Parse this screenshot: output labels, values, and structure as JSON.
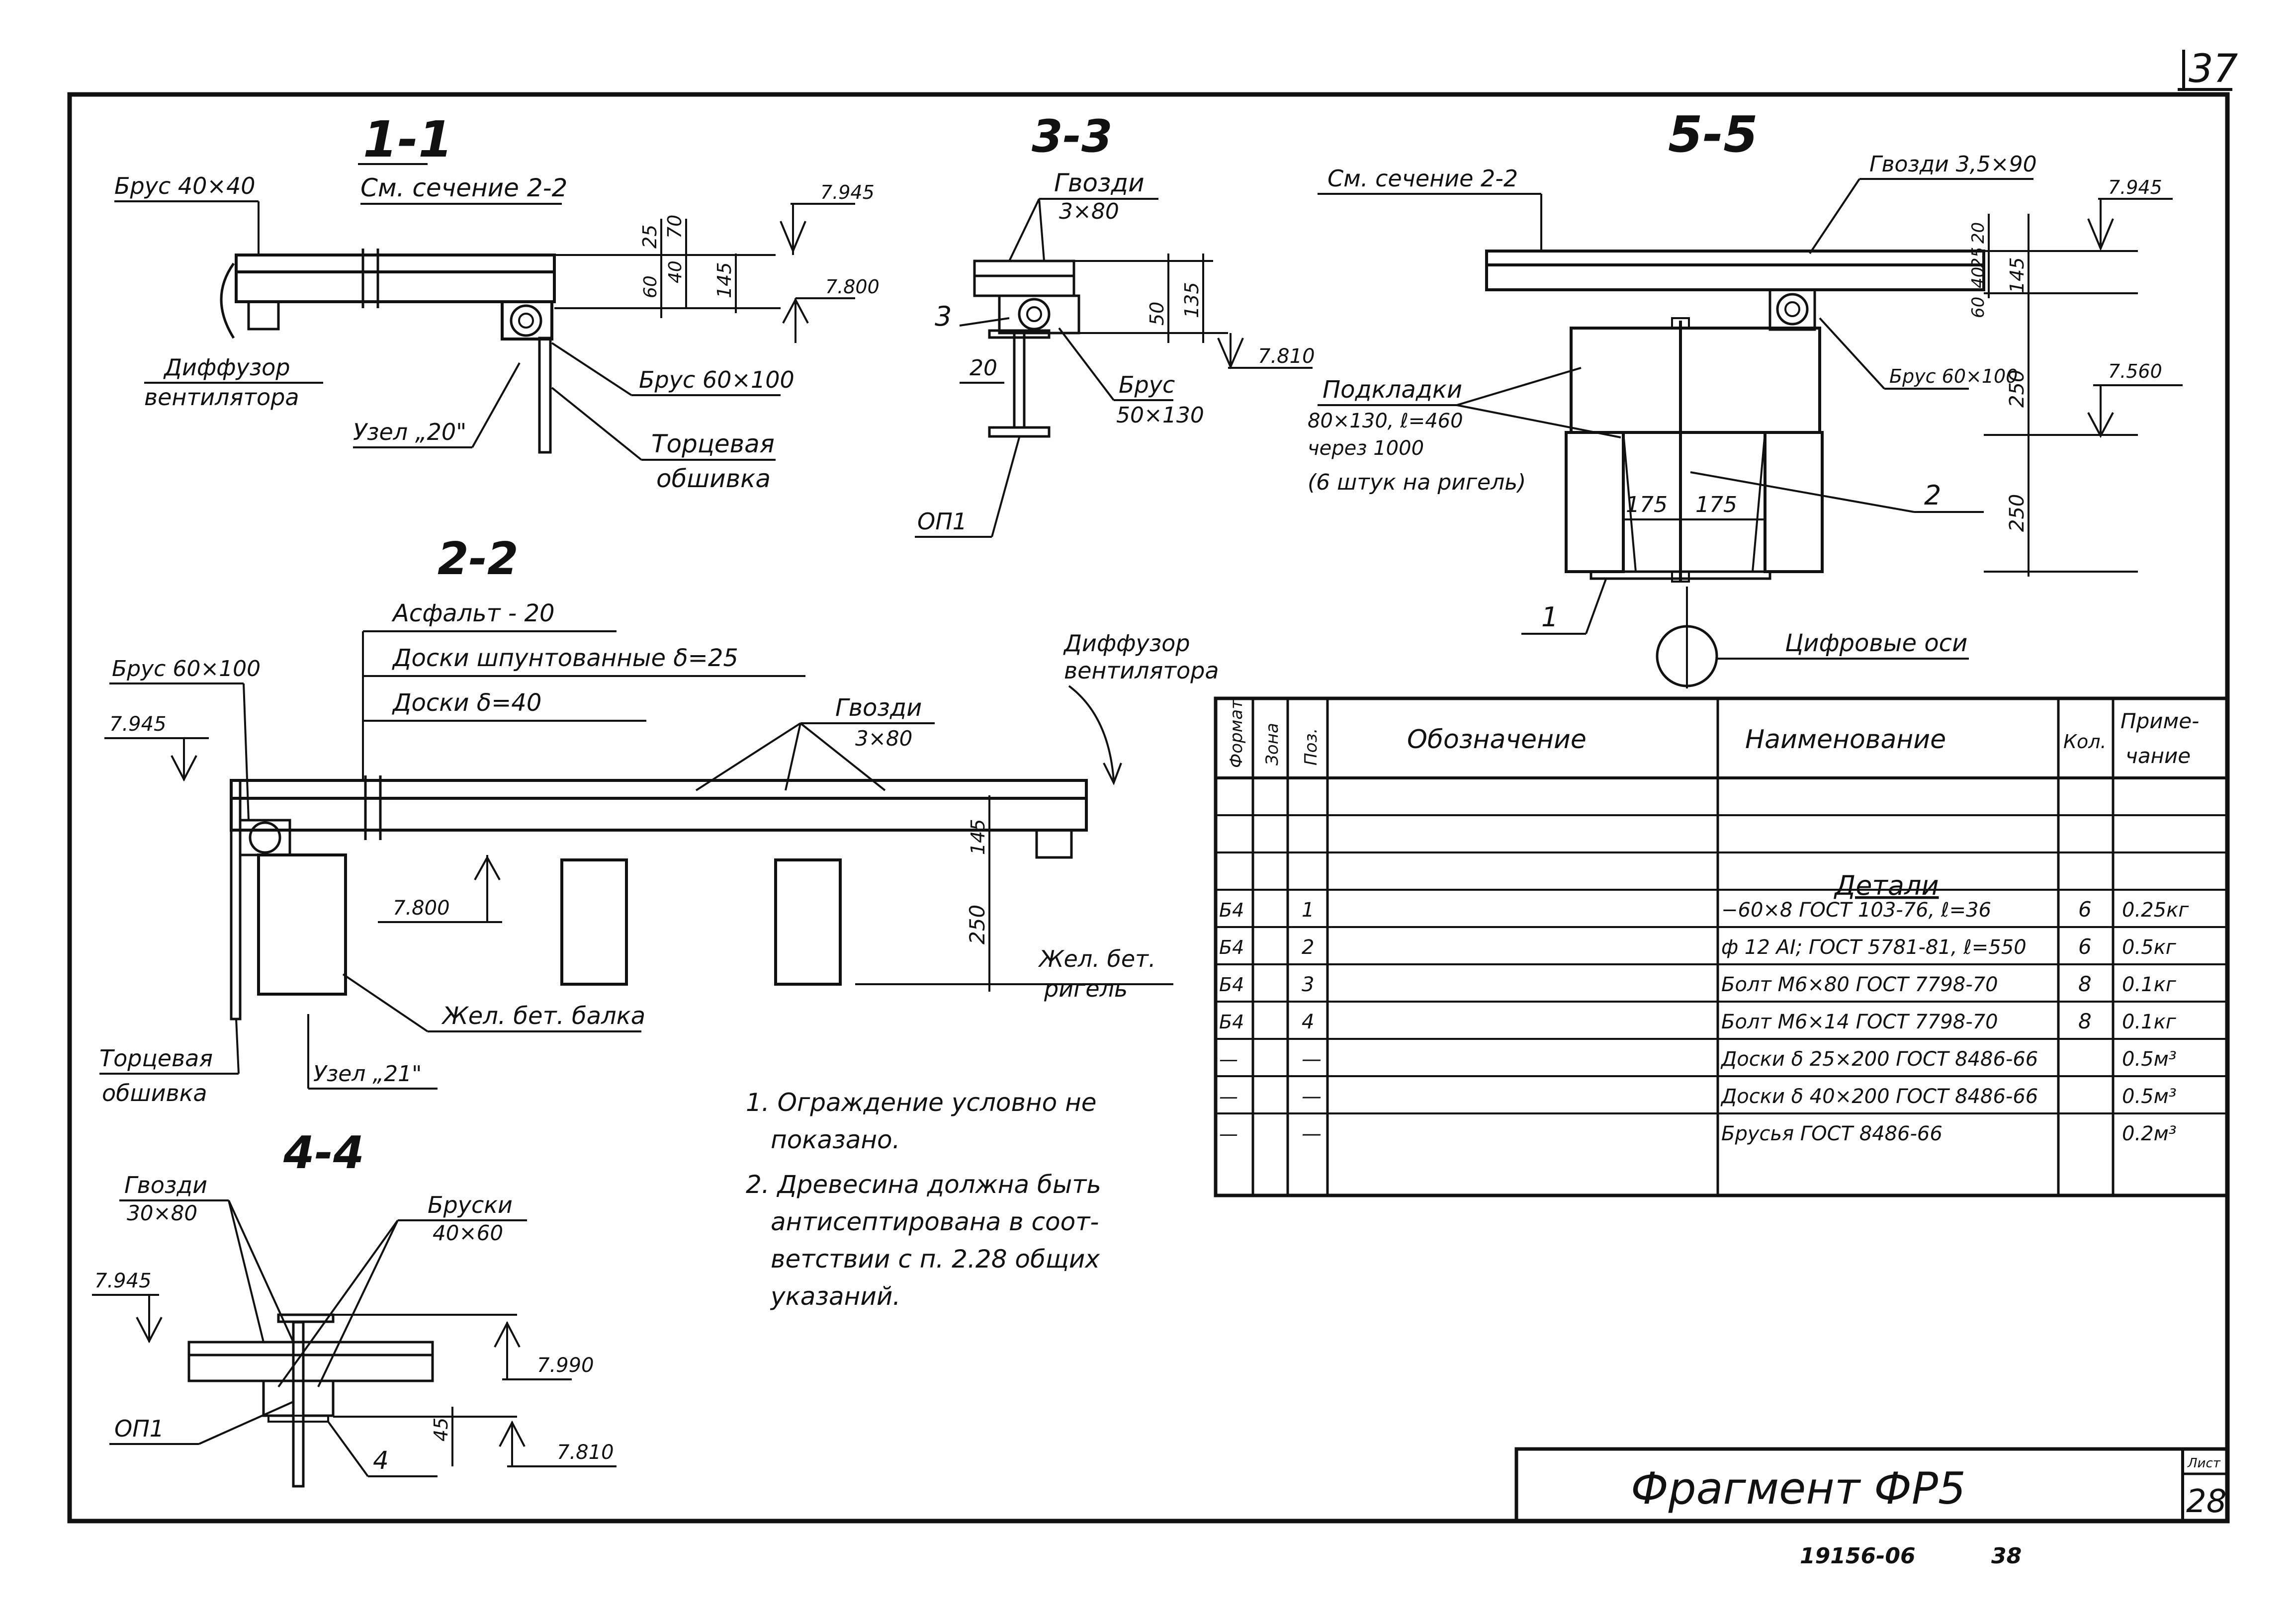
{
  "sheet": {
    "page_top": "37",
    "bottom_code": "19156-06",
    "bottom_num": "38",
    "title": "Фрагмент ФР5",
    "list_label": "Лист",
    "list_num": "28"
  },
  "sections": {
    "s11": {
      "title": "1-1",
      "brus_40": "Брус 40×40",
      "see_22": "См. сечение 2-2",
      "mark_7945": "7.945",
      "mark_7800": "7.800",
      "dim_25": "25",
      "dim_70": "70",
      "dim_60": "60",
      "dim_40": "40",
      "dim_145": "145",
      "diffuzor_1": "Диффузор",
      "diffuzor_2": "вентилятора",
      "uzel_20": "Узел „20\"",
      "brus_60": "Брус 60×100",
      "tortsevaya_1": "Торцевая",
      "tortsevaya_2": "обшивка"
    },
    "s33": {
      "title": "3-3",
      "gvozdi_1": "Гвозди",
      "gvozdi_2": "3×80",
      "mark_7810": "7.810",
      "num_3": "3",
      "dim_20": "20",
      "dim_50": "50",
      "dim_135": "135",
      "brus_1": "Брус",
      "brus_2": "50×130",
      "op1": "ОП1"
    },
    "s55": {
      "title": "5-5",
      "see_22": "См. сечение 2-2",
      "gvozdi": "Гвозди 3,5×90",
      "mark_7945": "7.945",
      "mark_7560": "7.560",
      "dim_20": "20",
      "dim_25": "25",
      "dim_40": "40",
      "dim_60": "60",
      "dim_145": "145",
      "dim_250a": "250",
      "dim_250b": "250",
      "podkladki_1": "Подкладки",
      "podkladki_2": "80×130, ℓ=460",
      "podkladki_3": "через 1000",
      "podkladki_4": "(6 штук на ригель)",
      "brus_60": "Брус 60×100",
      "dim_175a": "175",
      "dim_175b": "175",
      "num_2": "2",
      "num_1": "1",
      "tsifr_osi": "Цифровые оси"
    },
    "s22": {
      "title": "2-2",
      "asfalt": "Асфальт - 20",
      "doski_sh": "Доски шпунтованные δ=25",
      "doski_40": "Доски δ=40",
      "brus_60": "Брус 60×100",
      "mark_7945": "7.945",
      "gvozdi_1": "Гвозди",
      "gvozdi_2": "3×80",
      "diffuzor_1": "Диффузор",
      "diffuzor_2": "вентилятора",
      "mark_7800": "7.800",
      "dim_145": "145",
      "dim_250": "250",
      "zhel_bet_1": "Жел. бет.",
      "zhel_bet_2": "ригель",
      "zhel_balka": "Жел. бет. балка",
      "tortsevaya_1": "Торцевая",
      "tortsevaya_2": "обшивка",
      "uzel_21": "Узел „21\""
    },
    "s44": {
      "title": "4-4",
      "gvozdi_1": "Гвозди",
      "gvozdi_2": "30×80",
      "bruski_1": "Бруски",
      "bruski_2": "40×60",
      "mark_7945": "7.945",
      "mark_7990": "7.990",
      "mark_7810": "7.810",
      "op1": "ОП1",
      "dim_45": "45",
      "num_4": "4"
    }
  },
  "notes": {
    "n1_1": "1. Ограждение условно не",
    "n1_2": "показано.",
    "n2_1": "2. Древесина должна быть",
    "n2_2": "антисептирована в соот-",
    "n2_3": "ветствии с п. 2.28 общих",
    "n2_4": "указаний."
  },
  "spec_table": {
    "headers": {
      "format": "Формат",
      "zona": "Зона",
      "poz": "Поз.",
      "oboznachenie": "Обозначение",
      "naimenovanie": "Наименование",
      "kol": "Кол.",
      "primechanie_1": "Приме-",
      "primechanie_2": "чание"
    },
    "group_title": "Детали",
    "rows": [
      {
        "format": "Б4",
        "poz": "1",
        "name": "−60×8 ГОСТ 103-76, ℓ=36",
        "kol": "6",
        "note": "0.25кг"
      },
      {
        "format": "Б4",
        "poz": "2",
        "name": "ф 12 АI; ГОСТ 5781-81, ℓ=550",
        "kol": "6",
        "note": "0.5кг"
      },
      {
        "format": "Б4",
        "poz": "3",
        "name": "Болт М6×80 ГОСТ 7798-70",
        "kol": "8",
        "note": "0.1кг"
      },
      {
        "format": "Б4",
        "poz": "4",
        "name": "Болт М6×14 ГОСТ 7798-70",
        "kol": "8",
        "note": "0.1кг"
      },
      {
        "format": "—",
        "poz": "—",
        "name": "Доски δ 25×200 ГОСТ 8486-66",
        "kol": "",
        "note": "0.5м³"
      },
      {
        "format": "—",
        "poz": "—",
        "name": "Доски δ 40×200 ГОСТ 8486-66",
        "kol": "",
        "note": "0.5м³"
      },
      {
        "format": "—",
        "poz": "—",
        "name": "Брусья ГОСТ 8486-66",
        "kol": "",
        "note": "0.2м³"
      }
    ]
  }
}
